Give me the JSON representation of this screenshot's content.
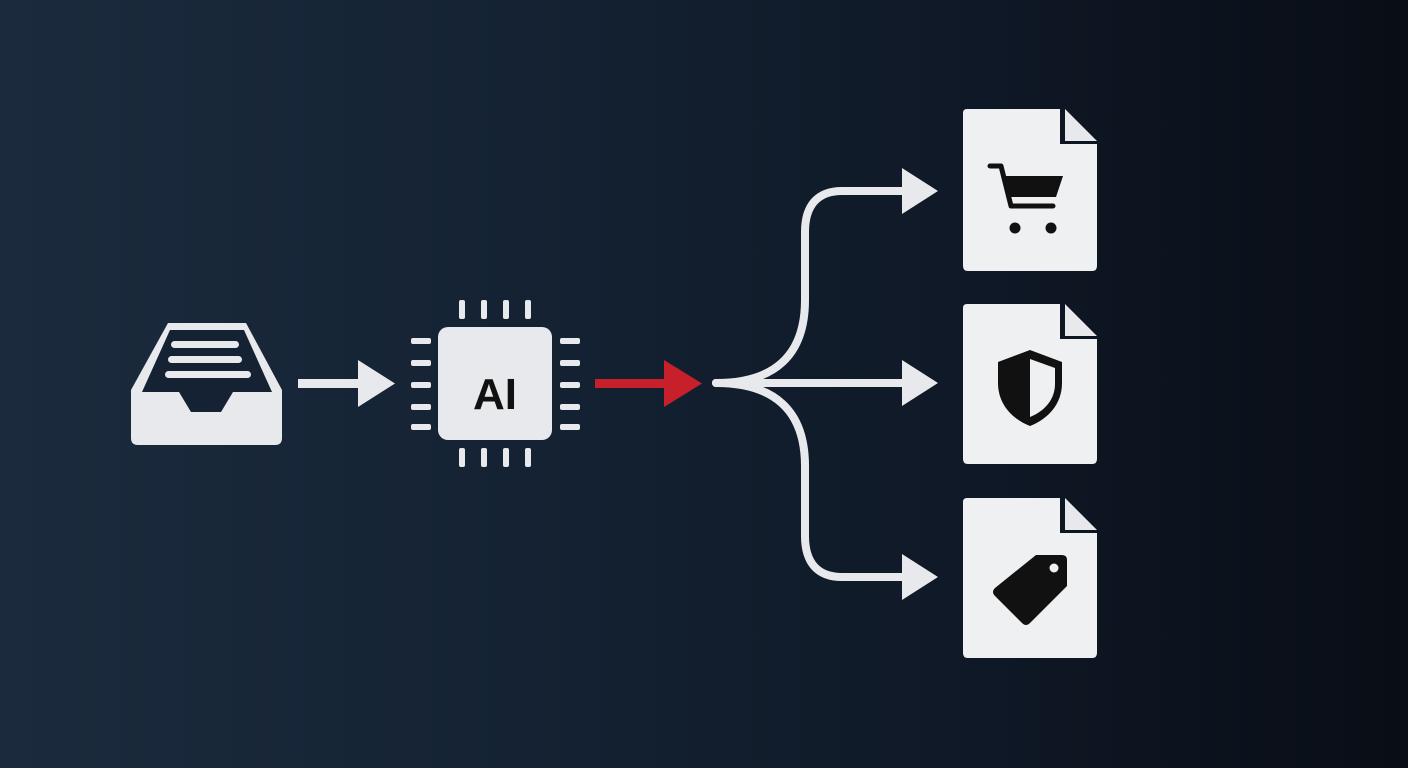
{
  "processor": {
    "label": "AI"
  },
  "colors": {
    "background_start": "#1b2b3d",
    "background_end": "#090d15",
    "icon_fill": "#e8e9ec",
    "icon_glyph": "#111111",
    "highlight_arrow": "#c8202a"
  },
  "nodes": [
    {
      "name": "inbox-tray-icon",
      "kind": "input"
    },
    {
      "name": "ai-chip-icon",
      "kind": "processor"
    },
    {
      "name": "document-cart",
      "glyph": "cart-icon"
    },
    {
      "name": "document-shield",
      "glyph": "shield-icon"
    },
    {
      "name": "document-tag",
      "glyph": "tag-icon"
    }
  ]
}
